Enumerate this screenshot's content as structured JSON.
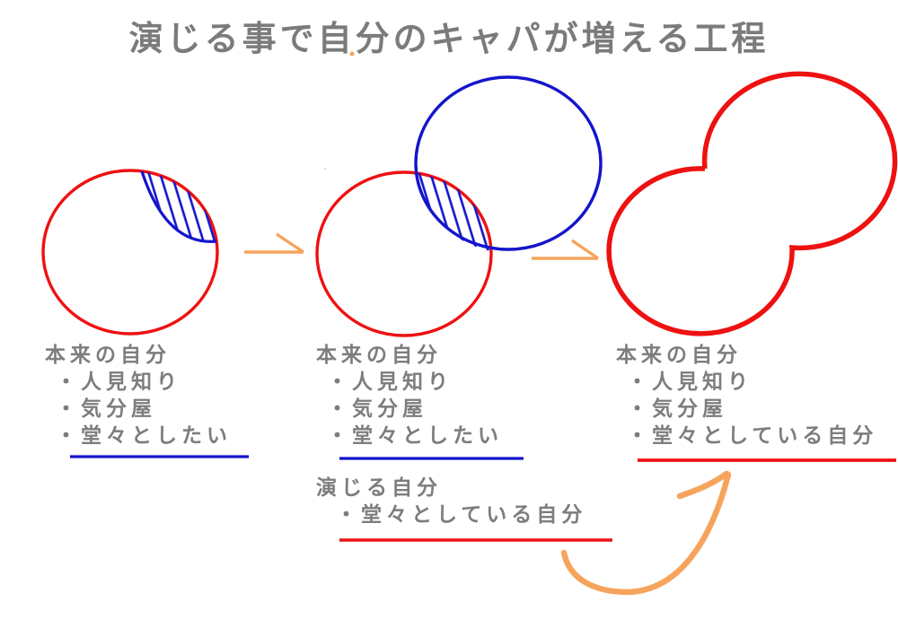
{
  "title": "演じる事で自分のキャパが増える工程",
  "colors": {
    "red": "#ee1111",
    "blue": "#1414cd",
    "orange": "#f6a45c",
    "gray": "#7b7b7b"
  },
  "stage1": {
    "heading": "本来の自分",
    "items": [
      "・人見知り",
      "・気分屋",
      "・堂々としたい"
    ]
  },
  "stage2": {
    "heading": "本来の自分",
    "items": [
      "・人見知り",
      "・気分屋",
      "・堂々としたい"
    ],
    "acting": {
      "heading": "演じる自分",
      "items": [
        "・堂々としている自分"
      ]
    }
  },
  "stage3": {
    "heading": "本来の自分",
    "items": [
      "・人見知り",
      "・気分屋",
      "・堂々としている自分"
    ]
  }
}
